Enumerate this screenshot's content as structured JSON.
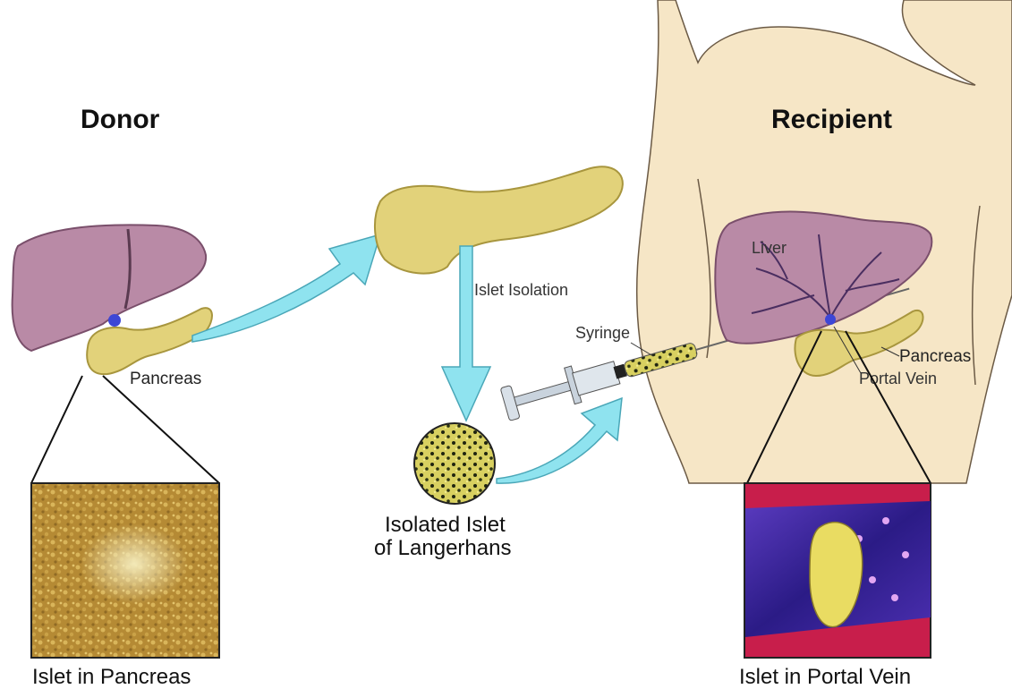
{
  "titles": {
    "donor": "Donor",
    "recipient": "Recipient"
  },
  "labels": {
    "donor_pancreas": "Pancreas",
    "islet_isolation": "Islet Isolation",
    "syringe": "Syringe",
    "isolated_islet_line1": "Isolated Islet",
    "isolated_islet_line2": "of Langerhans",
    "liver": "Liver",
    "recipient_pancreas": "Pancreas",
    "portal_vein": "Portal Vein"
  },
  "captions": {
    "donor": "Islet in Pancreas",
    "recipient": "Islet in Portal Vein"
  },
  "colors": {
    "liver": "#b98aa6",
    "liver_dark": "#7a4f6b",
    "pancreas": "#e2d27a",
    "pancreas_dark": "#a8963e",
    "arrow": "#8fe3ef",
    "arrow_edge": "#4aa7b8",
    "skin": "#f6e6c6",
    "vein_purple": "#3b2a9a",
    "vein_red": "#c81e4b"
  }
}
